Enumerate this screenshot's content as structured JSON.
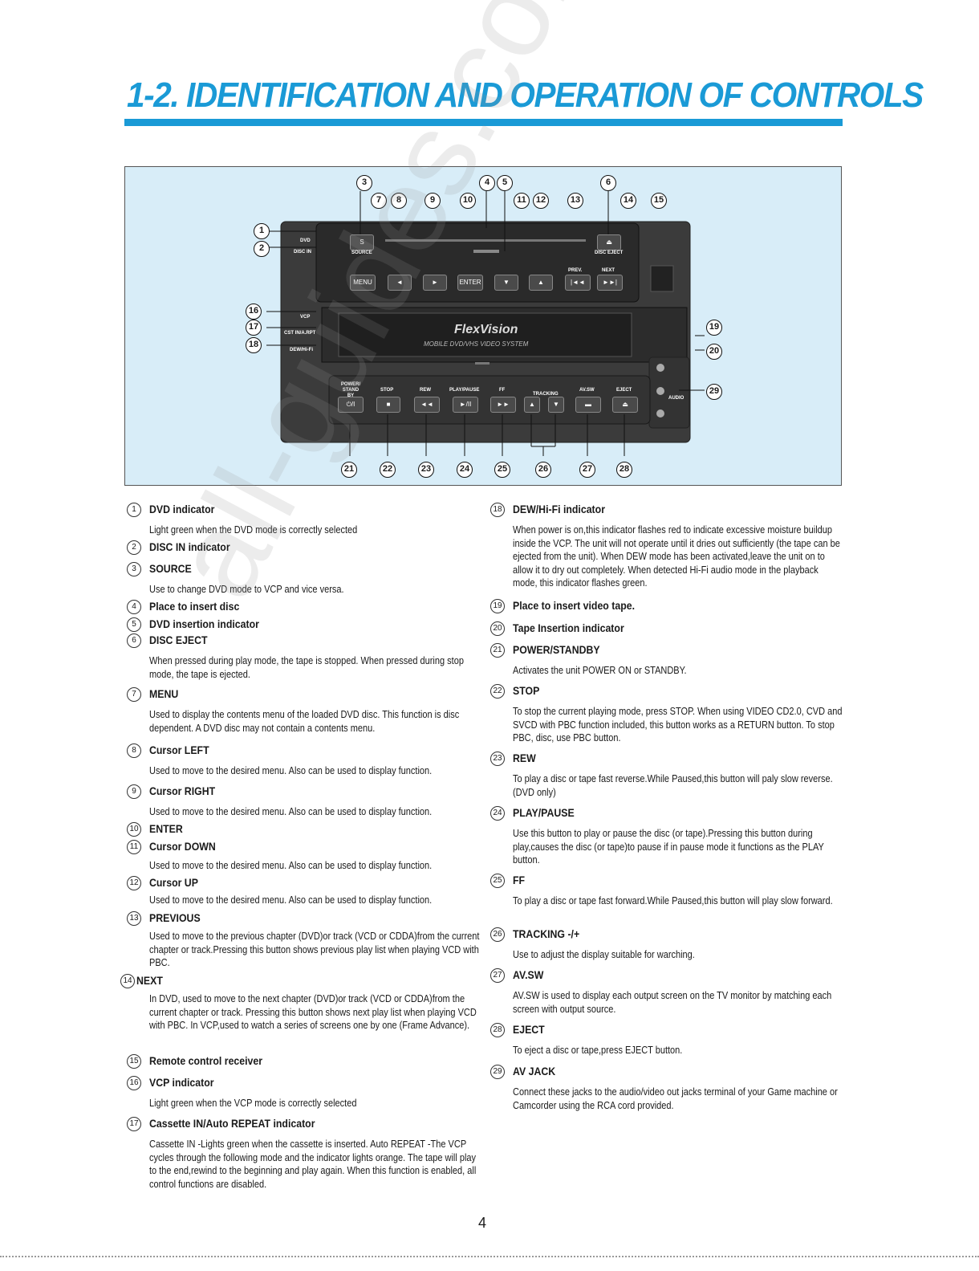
{
  "heading": {
    "title": "1-2. IDENTIFICATION AND OPERATION OF CONTROLS"
  },
  "device": {
    "brand": "FlexVision",
    "subtitle": "MOBILE DVD/VHS VIDEO SYSTEM",
    "indicators": [
      "DVD",
      "DISC IN",
      "VCP",
      "CST IN/A.RPT",
      "DEW/Hi-Fi"
    ],
    "dvd_buttons": [
      "SOURCE",
      "MENU",
      "ENTER",
      "PREV.",
      "NEXT",
      "DISC EJECT"
    ],
    "vcr_buttons": [
      "POWER/ STAND BY",
      "STOP",
      "REW",
      "PLAY/PAUSE",
      "FF",
      "TRACKING",
      "AV.SW",
      "EJECT"
    ],
    "audio_label": "AUDIO"
  },
  "callouts": [
    "1",
    "2",
    "3",
    "4",
    "5",
    "6",
    "7",
    "8",
    "9",
    "10",
    "11",
    "12",
    "13",
    "14",
    "15",
    "16",
    "17",
    "18",
    "19",
    "20",
    "21",
    "22",
    "23",
    "24",
    "25",
    "26",
    "27",
    "28",
    "29"
  ],
  "left_items": [
    {
      "num": "1",
      "title": "DVD indicator",
      "desc": "Light green when the DVD mode is correctly selected"
    },
    {
      "num": "2",
      "title": "DISC IN indicator",
      "desc": ""
    },
    {
      "num": "3",
      "title": "SOURCE",
      "desc": "Use to change DVD mode to VCP and vice versa."
    },
    {
      "num": "4",
      "title": "Place to insert disc",
      "desc": ""
    },
    {
      "num": "5",
      "title": "DVD insertion indicator",
      "desc": ""
    },
    {
      "num": "6",
      "title": "DISC EJECT",
      "desc": "When pressed during play mode, the tape is stopped.  When pressed during stop mode, the tape is ejected."
    },
    {
      "num": "7",
      "title": "MENU",
      "desc": "Used to display the contents menu of the loaded DVD disc. This function is disc dependent. A DVD disc may not contain a contents menu."
    },
    {
      "num": "8",
      "title": "Cursor LEFT",
      "desc": "Used to move to the desired menu. Also can be used to display function."
    },
    {
      "num": "9",
      "title": "Cursor RIGHT",
      "desc": "Used to move to the desired menu. Also can be used to display function."
    },
    {
      "num": "10",
      "title": "ENTER",
      "desc": ""
    },
    {
      "num": "11",
      "title": "Cursor DOWN",
      "desc": "Used to move to the desired menu. Also can be used to display function."
    },
    {
      "num": "12",
      "title": "Cursor UP",
      "desc": "Used to move to the desired menu. Also can be used to display function."
    },
    {
      "num": "13",
      "title": "PREVIOUS",
      "desc": "Used to move to the previous chapter (DVD)or track (VCD or CDDA)from the current chapter or track.Pressing this button shows previous play list when playing VCD with PBC."
    },
    {
      "num": "14",
      "title": "NEXT",
      "desc": "In DVD, used to move to the next chapter (DVD)or track (VCD or CDDA)from the current chapter or track. Pressing this button shows next play list when playing VCD with PBC. In VCP,used to watch a series of screens one by one (Frame Advance)."
    },
    {
      "num": "15",
      "title": "Remote control receiver",
      "desc": ""
    },
    {
      "num": "16",
      "title": "VCP indicator",
      "desc": "Light green when the VCP mode is correctly selected"
    },
    {
      "num": "17",
      "title": "Cassette IN/Auto REPEAT indicator",
      "desc": "Cassette IN -Lights green when the cassette is inserted. Auto REPEAT -The VCP cycles through the following mode and the indicator lights orange. The tape will play to the end,rewind to the beginning and play again. When this function is enabled, all control functions are disabled."
    }
  ],
  "right_items": [
    {
      "num": "18",
      "title": "DEW/Hi-Fi indicator",
      "desc": "When power is on,this indicator flashes red to indicate excessive moisture buildup inside the VCP. The unit will not operate until it dries out sufficiently (the tape can be ejected from the unit). When DEW mode has been activated,leave the unit on to allow it to dry out completely. When detected Hi-Fi audio mode in the playback mode, this indicator flashes green."
    },
    {
      "num": "19",
      "title": "Place to insert video tape.",
      "desc": ""
    },
    {
      "num": "20",
      "title": "Tape Insertion indicator",
      "desc": ""
    },
    {
      "num": "21",
      "title": "POWER/STANDBY",
      "desc": "Activates the unit POWER ON or STANDBY."
    },
    {
      "num": "22",
      "title": "STOP",
      "desc": "To stop the current playing mode, press STOP. When using VIDEO CD2.0, CVD and SVCD with PBC function included, this button works as a RETURN button. To stop PBC, disc, use PBC button."
    },
    {
      "num": "23",
      "title": "REW",
      "desc": "To play a disc or tape fast reverse.While Paused,this button will paly slow reverse.(DVD only)"
    },
    {
      "num": "24",
      "title": "PLAY/PAUSE",
      "desc": "Use this button to play or pause the disc (or tape).Pressing this button during play,causes the disc (or tape)to pause if in pause mode it functions as the PLAY button."
    },
    {
      "num": "25",
      "title": "FF",
      "desc": "To play a disc or tape fast forward.While Paused,this button will play slow forward."
    },
    {
      "num": "26",
      "title": "TRACKING -/+",
      "desc": "Use to adjust the display suitable for warching."
    },
    {
      "num": "27",
      "title": "AV.SW",
      "desc": "AV.SW is used to display each output screen on the TV monitor by matching each screen with output source."
    },
    {
      "num": "28",
      "title": "EJECT",
      "desc": "To eject a disc or tape,press EJECT button."
    },
    {
      "num": "29",
      "title": "AV JACK",
      "desc": "Connect these jacks to the audio/video out jacks terminal of your Game machine or Camcorder using the RCA cord provided."
    }
  ],
  "watermark": "all-guides.com",
  "page_number": "4"
}
